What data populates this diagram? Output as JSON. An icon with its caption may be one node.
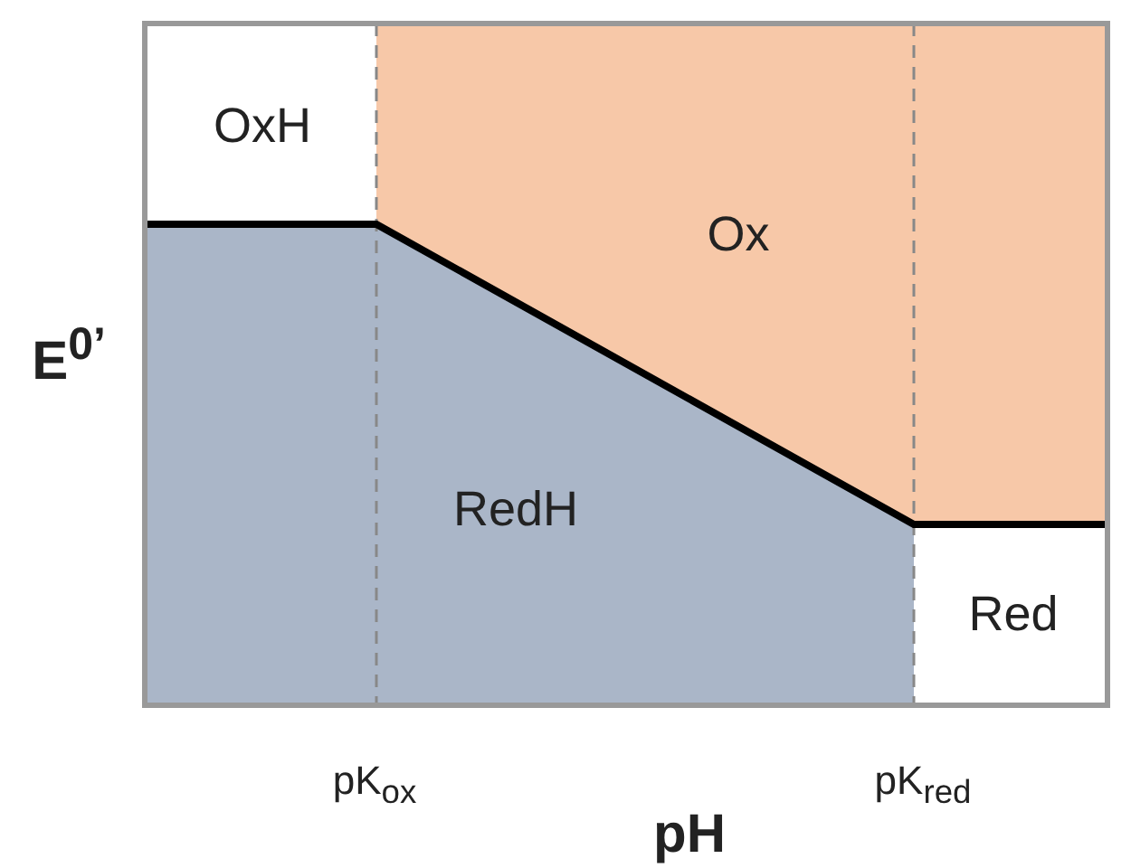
{
  "diagram": {
    "nodes": [
      {
        "text": [
          "OxH"
        ]
      },
      {
        "text": [
          "Ox"
        ]
      },
      {
        "text": [
          "RedH"
        ]
      },
      {
        "text": [
          "Red"
        ]
      }
    ],
    "labels": [
      "E$^{0’}$",
      "pK$_{ox}$",
      "pK$_{red}$",
      "pH"
    ]
  }
}
